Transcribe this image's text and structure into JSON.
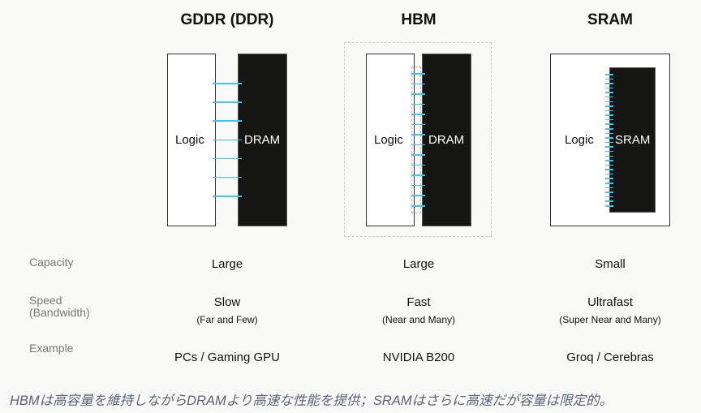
{
  "columns": [
    {
      "title": "GDDR (DDR)",
      "logic": "Logic",
      "memory": "DRAM",
      "capacity": "Large",
      "speed": "Slow",
      "speed_note": "(Far and Few)",
      "example": "PCs / Gaming GPU"
    },
    {
      "title": "HBM",
      "logic": "Logic",
      "memory": "DRAM",
      "capacity": "Large",
      "speed": "Fast",
      "speed_note": "(Near and Many)",
      "example": "NVIDIA B200"
    },
    {
      "title": "SRAM",
      "logic": "Logic",
      "memory": "SRAM",
      "capacity": "Small",
      "speed": "Ultrafast",
      "speed_note": "(Super Near and Many)",
      "example": "Groq / Cerebras"
    }
  ],
  "rows": {
    "capacity": "Capacity",
    "speed": "Speed\n(Bandwidth)",
    "example": "Example"
  },
  "caption": "HBMは高容量を維持しながらDRAMより高速な性能を提供；SRAMはさらに高速だが容量は限定的。",
  "colors": {
    "link": "#3cc8f0",
    "memory": "#151513"
  }
}
